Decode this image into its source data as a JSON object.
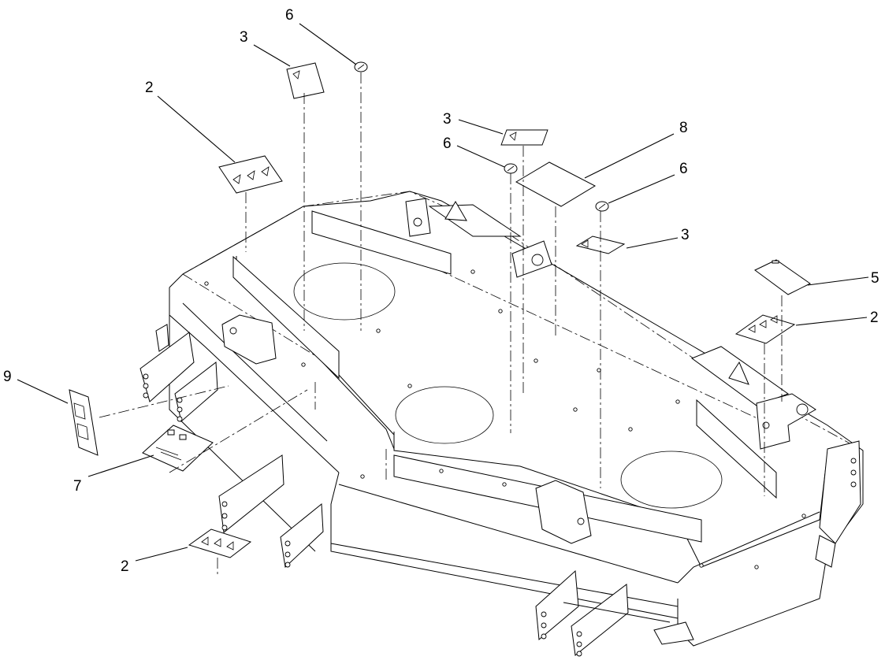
{
  "callouts": [
    {
      "id": "c6a",
      "label": "6"
    },
    {
      "id": "c3a",
      "label": "3"
    },
    {
      "id": "c2a",
      "label": "2"
    },
    {
      "id": "c3b",
      "label": "3"
    },
    {
      "id": "c6b",
      "label": "6"
    },
    {
      "id": "c8",
      "label": "8"
    },
    {
      "id": "c6c",
      "label": "6"
    },
    {
      "id": "c3c",
      "label": "3"
    },
    {
      "id": "c5",
      "label": "5"
    },
    {
      "id": "c2b",
      "label": "2"
    },
    {
      "id": "c9",
      "label": "9"
    },
    {
      "id": "c7",
      "label": "7"
    },
    {
      "id": "c2c",
      "label": "2"
    }
  ]
}
